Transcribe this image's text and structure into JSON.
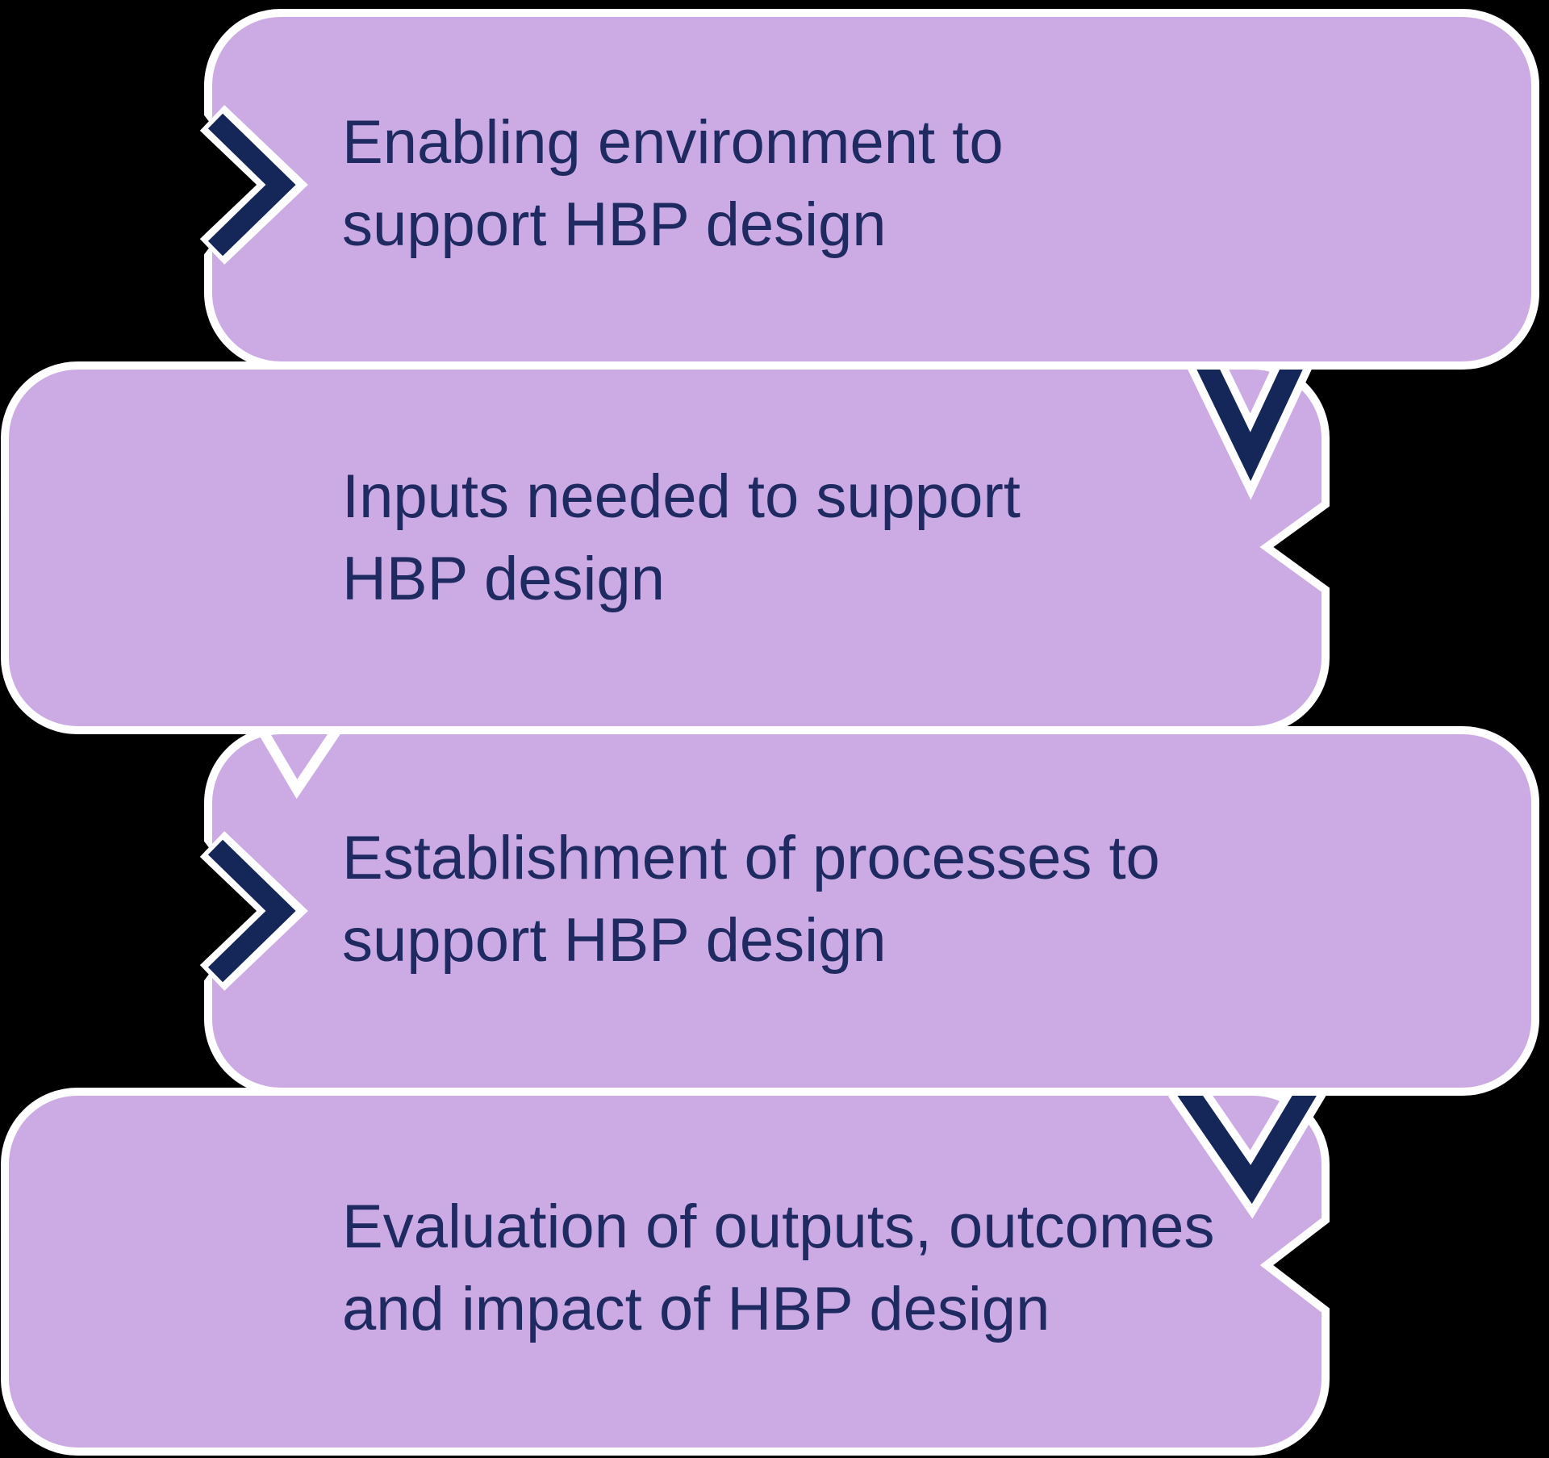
{
  "diagram": {
    "background_color": "#000000",
    "box_fill_color": "#ccabe4",
    "outline_color": "#ffffff",
    "chevron_color": "#152659",
    "text_color": "#1f2a61",
    "steps": [
      {
        "label": "Enabling environment to\nsupport HBP design"
      },
      {
        "label": "Inputs needed to support\nHBP design"
      },
      {
        "label": "Establishment of processes to\nsupport HBP design"
      },
      {
        "label": "Evaluation of outputs, outcomes\nand impact of HBP design"
      }
    ]
  }
}
